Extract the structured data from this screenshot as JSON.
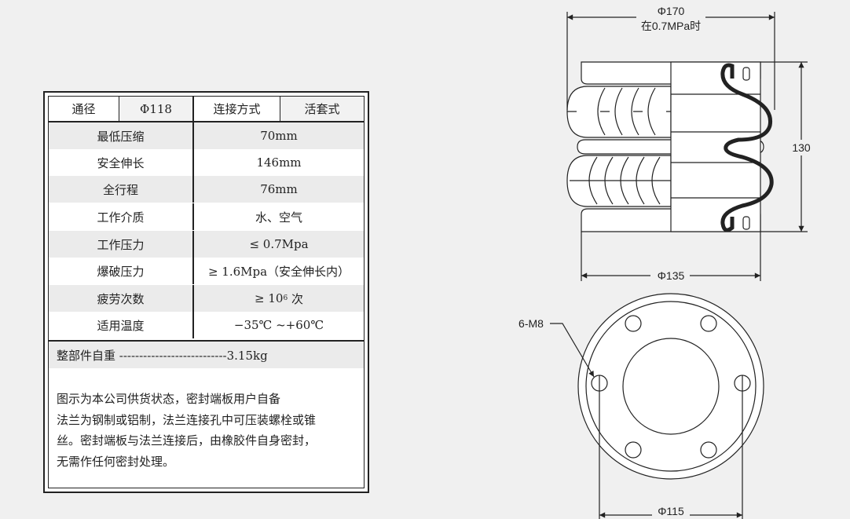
{
  "spec_table": {
    "header": {
      "bore_label": "通径",
      "bore_value": "Φ118",
      "connection_label": "连接方式",
      "connection_value": "活套式"
    },
    "rows": [
      {
        "label": "最低压缩",
        "value": "70mm"
      },
      {
        "label": "安全伸长",
        "value": "146mm"
      },
      {
        "label": "全行程",
        "value": "76mm"
      },
      {
        "label": "工作介质",
        "value": "水、空气"
      },
      {
        "label": "工作压力",
        "value": "≤ 0.7Mpa"
      },
      {
        "label": "爆破压力",
        "value": "≥ 1.6Mpa（安全伸长内）"
      },
      {
        "label": "疲劳次数",
        "value_prefix": "≥ 10",
        "value_sup": "6",
        "value_suffix": " 次"
      },
      {
        "label": "适用温度",
        "value": "−35℃ ~+60℃"
      }
    ],
    "weight": "整部件自重 ---------------------------3.15kg",
    "notes": [
      "图示为本公司供货状态，密封端板用户自备",
      "法兰为钢制或铝制，法兰连接孔中可压装螺栓或锥",
      "丝。密封端板与法兰连接后，由橡胶件自身密封，",
      "无需作任何密封处理。"
    ]
  },
  "drawing": {
    "max_diameter": "Φ170",
    "max_diameter_note": "在0.7MPa时",
    "height": "130",
    "flange_diameter": "Φ135",
    "bolt_spec": "6-M8",
    "bolt_circle": "Φ115"
  }
}
